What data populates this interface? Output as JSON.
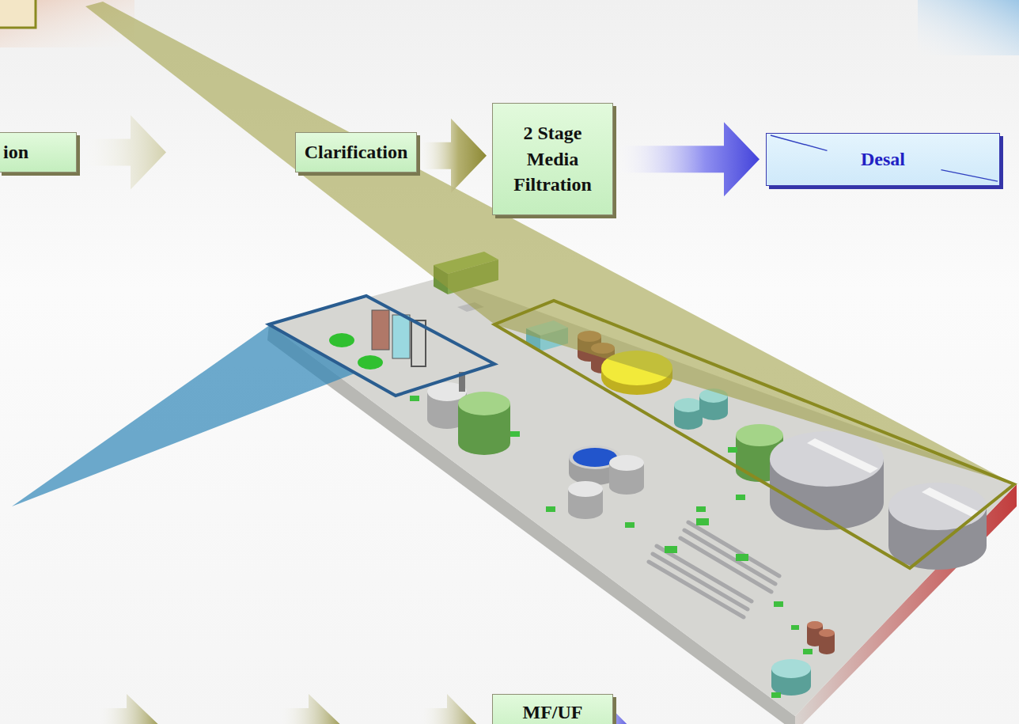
{
  "diagram": {
    "nodes": [
      {
        "text": [
          "ion"
        ]
      },
      {
        "text": [
          "Clarification"
        ]
      },
      {
        "text": [
          "2 Stage Media Filtration"
        ]
      },
      {
        "text": [
          "Desal"
        ]
      },
      {
        "text": [
          "MF/UF"
        ]
      }
    ],
    "edges": [
      {
        "from": 0,
        "to": 1,
        "arrow": "to"
      },
      {
        "from": 1,
        "to": 2,
        "arrow": "to"
      },
      {
        "from": 2,
        "to": 3,
        "arrow": "to"
      }
    ]
  }
}
